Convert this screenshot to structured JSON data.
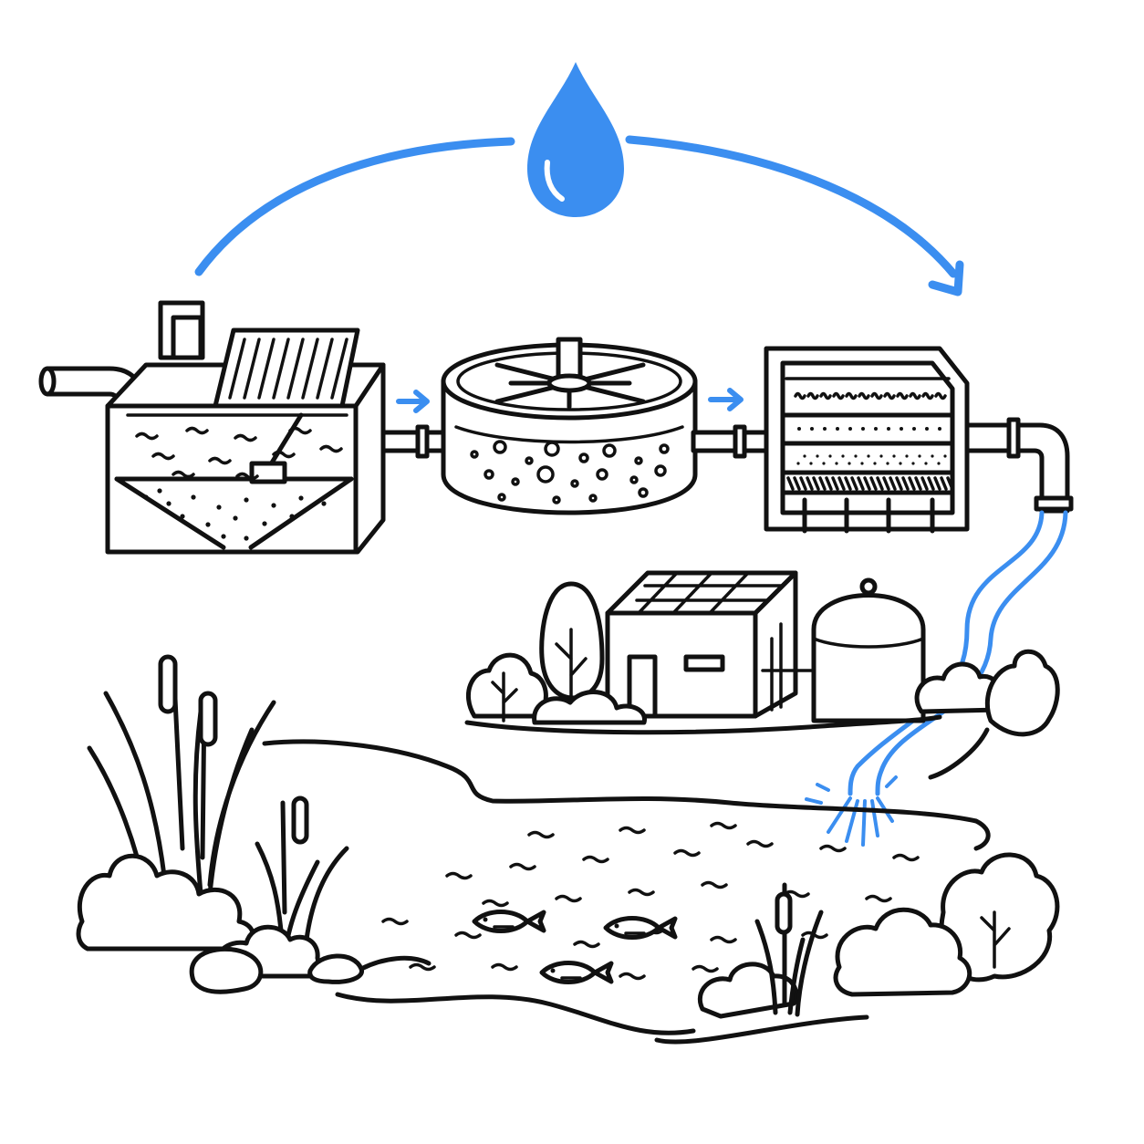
{
  "colors": {
    "ink": "#111111",
    "accent": "#3b8ef0",
    "background": "#ffffff"
  },
  "icons": {
    "cycle": "water-drop-icon",
    "flow": "arrow-right-icon"
  },
  "process_stages": [
    "screening-and-settling-tank",
    "aeration-basin",
    "sand-filter"
  ],
  "scene_elements": [
    "treatment-building-with-solar-roof",
    "digester-tank",
    "outfall-pipe",
    "river",
    "fish",
    "reeds",
    "bushes",
    "rocks"
  ]
}
